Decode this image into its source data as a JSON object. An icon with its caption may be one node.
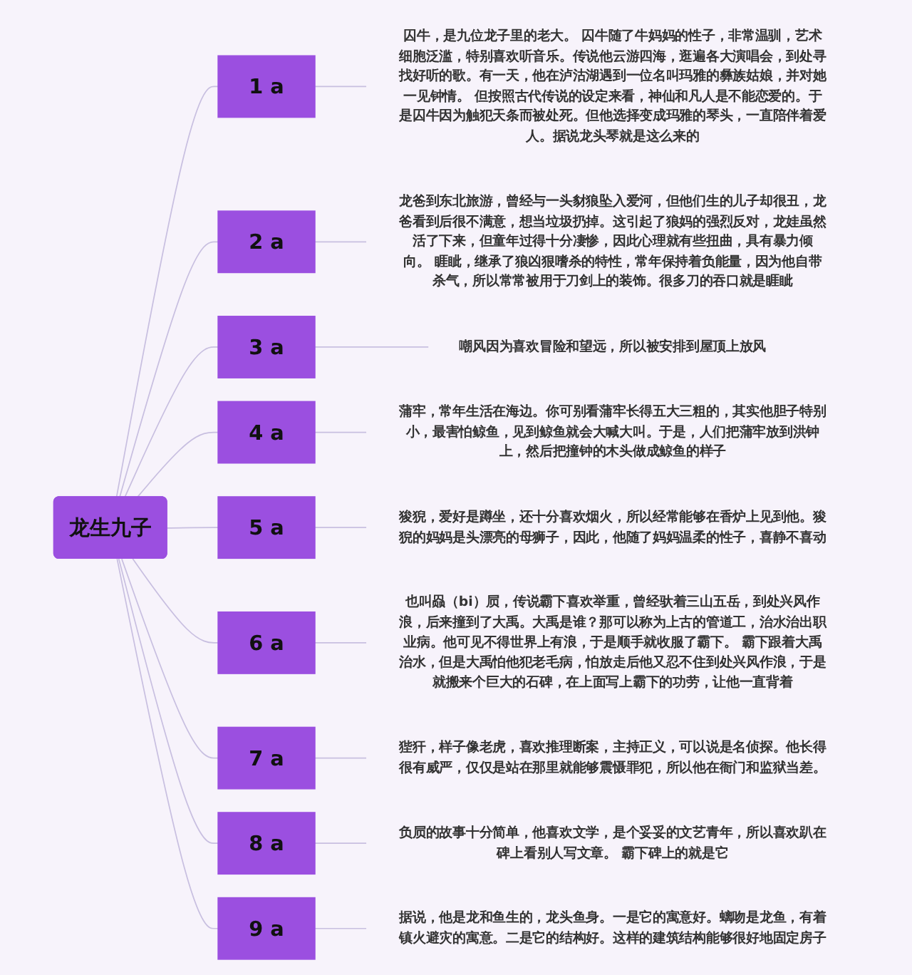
{
  "diagram": {
    "nodes": [
      {
        "text": [
          "龙生九子"
        ]
      },
      {
        "text": [
          "1",
          "a"
        ]
      },
      {
        "text": [
          "囚牛，是九位龙子里的老大。 囚牛随了牛妈妈的性子，非常温驯，艺术细胞泛滥，特别喜欢听音乐。传说他云游四海，逛遍各大演唱会，到处寻找好听的歌。有一天，他在泸沽湖遇到一位名叫玛雅的彝族姑娘，并对她一见钟情。 但按照古代传说的设定来看，神仙和凡人是不能恋爱的。于是囚牛因为触犯天条而被处死。但他选择变成玛雅的琴头，一直陪伴着爱人。据说龙头琴就是这么来的"
        ]
      },
      {
        "text": [
          "2",
          "a"
        ]
      },
      {
        "text": [
          "龙爸到东北旅游，曾经与一头豺狼坠入爱河，但他们生的儿子却很丑，龙爸看到后很不满意，想当垃圾扔掉。这引起了狼妈的强烈反对，龙娃虽然活了下来，但童年过得十分凄惨，因此心理就有些扭曲，具有暴力倾向。 睚眦，继承了狼凶狠嗜杀的特性，常年保持着负能量，因为他自带杀气，所以常常被用于刀剑上的装饰。很多刀的吞口就是睚眦"
        ]
      },
      {
        "text": [
          "3",
          "a"
        ]
      },
      {
        "text": [
          "嘲风因为喜欢冒险和望远，所以被安排到屋顶上放风"
        ]
      },
      {
        "text": [
          "4",
          "a"
        ]
      },
      {
        "text": [
          "蒲牢，常年生活在海边。你可别看蒲牢长得五大三粗的，其实他胆子特别小，最害怕鲸鱼，见到鲸鱼就会大喊大叫。于是，人们把蒲牢放到洪钟上，然后把撞钟的木头做成鲸鱼的样子"
        ]
      },
      {
        "text": [
          "5",
          "a"
        ]
      },
      {
        "text": [
          "狻猊，爱好是蹲坐，还十分喜欢烟火，所以经常能够在香炉上见到他。狻猊的妈妈是头漂亮的母狮子，因此，他随了妈妈温柔的性子，喜静不喜动"
        ]
      },
      {
        "text": [
          "6",
          "a"
        ]
      },
      {
        "text": [
          "也叫赑（bi）屃，传说霸下喜欢举重，曾经驮着三山五岳，到处兴风作浪，后来撞到了大禹。大禹是谁？那可以称为上古的管道工，治水治出职业病。他可见不得世界上有浪，于是顺手就收服了霸下。 霸下跟着大禹治水，但是大禹怕他犯老毛病，怕放走后他又忍不住到处兴风作浪，于是就搬来个巨大的石碑，在上面写上霸下的功劳，让他一直背着"
        ]
      },
      {
        "text": [
          "7",
          "a"
        ]
      },
      {
        "text": [
          "狴犴，样子像老虎，喜欢推理断案，主持正义，可以说是名侦探。他长得很有威严，仅仅是站在那里就能够震慑罪犯，所以他在衙门和监狱当差。"
        ]
      },
      {
        "text": [
          "8",
          "a"
        ]
      },
      {
        "text": [
          "负屃的故事十分简单，他喜欢文学，是个妥妥的文艺青年，所以喜欢趴在碑上看别人写文章。 霸下碑上的就是它"
        ]
      },
      {
        "text": [
          "9",
          "a"
        ]
      },
      {
        "text": [
          "据说，他是龙和鱼生的，龙头鱼身。一是它的寓意好。螭吻是龙鱼，有着镇火避灾的寓意。二是它的结构好。这样的建筑结构能够很好地固定房子"
        ]
      }
    ],
    "edges": [
      {
        "from": 0,
        "to": 1,
        "arrow": "none"
      },
      {
        "from": 0,
        "to": 3,
        "arrow": "none"
      },
      {
        "from": 0,
        "to": 5,
        "arrow": "none"
      },
      {
        "from": 0,
        "to": 7,
        "arrow": "none"
      },
      {
        "from": 0,
        "to": 9,
        "arrow": "none"
      },
      {
        "from": 0,
        "to": 11,
        "arrow": "none"
      },
      {
        "from": 0,
        "to": 13,
        "arrow": "none"
      },
      {
        "from": 0,
        "to": 15,
        "arrow": "none"
      },
      {
        "from": 0,
        "to": 17,
        "arrow": "none"
      },
      {
        "from": 1,
        "to": 2,
        "arrow": "none"
      },
      {
        "from": 3,
        "to": 4,
        "arrow": "none"
      },
      {
        "from": 5,
        "to": 6,
        "arrow": "none"
      },
      {
        "from": 7,
        "to": 8,
        "arrow": "none"
      },
      {
        "from": 9,
        "to": 10,
        "arrow": "none"
      },
      {
        "from": 11,
        "to": 12,
        "arrow": "none"
      },
      {
        "from": 13,
        "to": 14,
        "arrow": "none"
      },
      {
        "from": 15,
        "to": 16,
        "arrow": "none"
      },
      {
        "from": 17,
        "to": 18,
        "arrow": "none"
      }
    ]
  }
}
